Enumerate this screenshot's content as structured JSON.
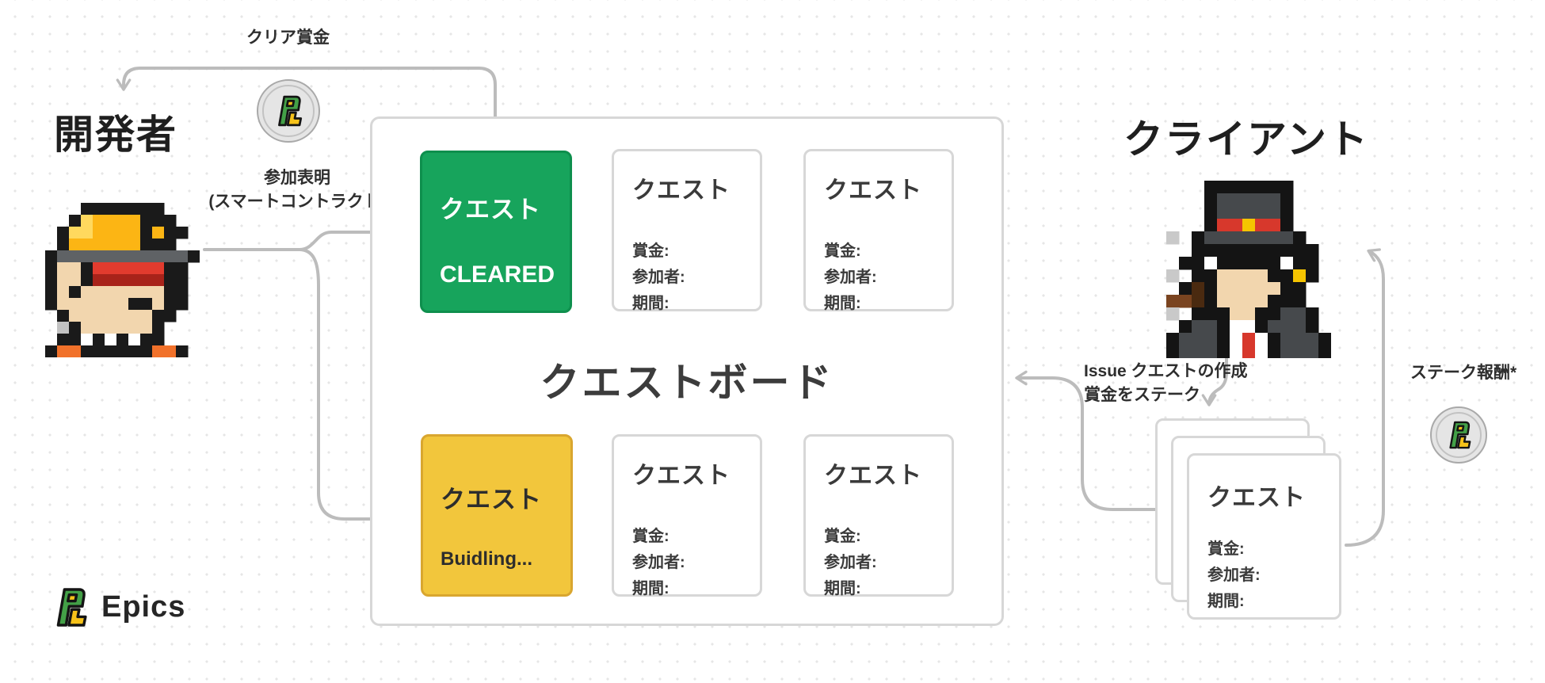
{
  "left": {
    "actor_title": "開発者",
    "clear_reward_label": "クリア賞金",
    "participation_line1": "参加表明",
    "participation_line2": "(スマートコントラクト)"
  },
  "right": {
    "actor_title": "クライアント",
    "issue_line1": "Issue クエストの作成",
    "issue_line2": "賞金をステーク",
    "stake_reward_label": "ステーク報酬*"
  },
  "board": {
    "title": "クエストボード",
    "quest_card_title": "クエスト",
    "cleared_status": "CLEARED",
    "building_status": "Buidling...",
    "field_labels": [
      "賞金:",
      "参加者:",
      "期間:"
    ]
  },
  "stack": {
    "quest_card_title": "クエスト",
    "field_labels": [
      "賞金:",
      "参加者:",
      "期間:"
    ]
  },
  "brand": {
    "name": "Epics"
  },
  "colors": {
    "cleared_green": "#17A45C",
    "cleared_green_border": "#0E8F4D",
    "building_yellow": "#F2C63C",
    "building_yellow_border": "#D9A62F",
    "arrow_gray": "#BCBCBC",
    "card_border_gray": "#D7D7D7",
    "text_dark": "#2E2E2E",
    "brand_green": "#43A047",
    "brand_yellow": "#F6C21A"
  }
}
